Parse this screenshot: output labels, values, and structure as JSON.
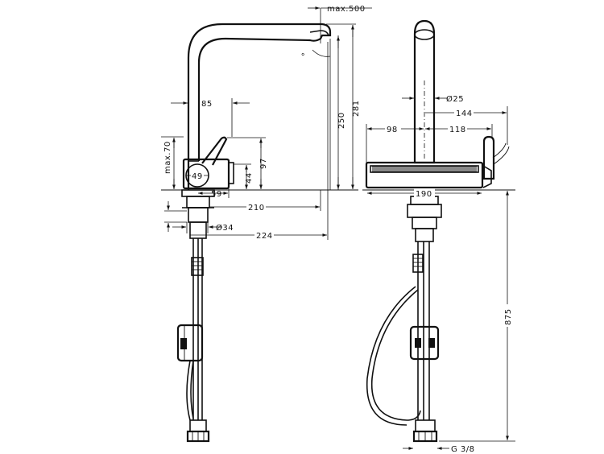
{
  "dimensions": {
    "max_500": "max.500",
    "d85": "85",
    "d250": "250",
    "d281": "281",
    "d97": "97",
    "d44": "44",
    "max_70": "max.70",
    "d49": "49",
    "d59": "59",
    "d210": "210",
    "d34": "Ø34",
    "d224": "224",
    "d25": "Ø25",
    "d144": "144",
    "d98": "98",
    "d118": "118",
    "d190": "190",
    "d875": "875",
    "g38": "G 3/8"
  }
}
